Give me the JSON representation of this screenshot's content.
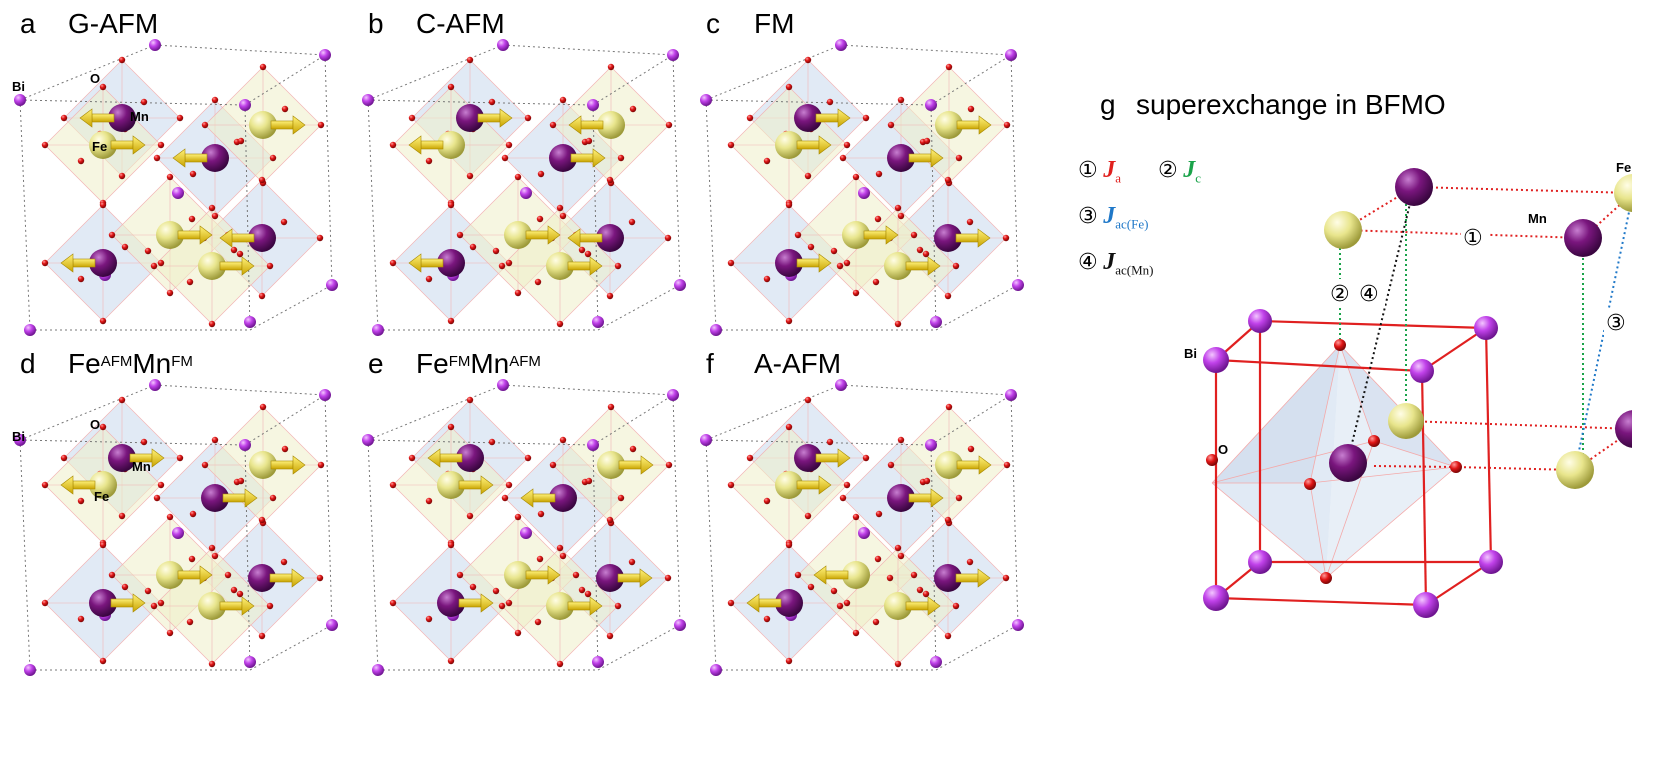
{
  "panels": [
    {
      "letter": "a",
      "title": "G-AFM"
    },
    {
      "letter": "b",
      "title": "C-AFM"
    },
    {
      "letter": "c",
      "title": "FM"
    },
    {
      "letter": "d",
      "title_parts": [
        "Fe",
        "AFM",
        "Mn",
        "FM"
      ]
    },
    {
      "letter": "e",
      "title_parts": [
        "Fe",
        "FM",
        "Mn",
        "AFM"
      ]
    },
    {
      "letter": "f",
      "title": "A-AFM"
    }
  ],
  "atom_labels": {
    "bi": "Bi",
    "o": "O",
    "mn": "Mn",
    "fe": "Fe"
  },
  "panel_g": {
    "letter": "g",
    "title": "superexchange in BFMO",
    "legend": [
      {
        "num": "①",
        "symbol": "J",
        "sub": "a",
        "color": "#e0201e"
      },
      {
        "num": "②",
        "symbol": "J",
        "sub": "c",
        "color": "#1aa34a"
      },
      {
        "num": "③",
        "symbol": "J",
        "sub": "ac(Fe)",
        "color": "#1f78c8"
      },
      {
        "num": "④",
        "symbol": "J",
        "sub": "ac(Mn)",
        "color": "#111111"
      }
    ],
    "path_marks": [
      "①",
      "②",
      "④",
      "③"
    ],
    "atom_labels": {
      "fe": "Fe",
      "mn": "Mn",
      "bi": "Bi",
      "o": "O"
    }
  },
  "colors": {
    "bi": "#b13ee0",
    "mn": "#7a167e",
    "fe": "#e6e48a",
    "o": "#e01515",
    "arrow": "#e8c500",
    "cell_edge": "#e02020",
    "oct_blue": "#c9d8ec",
    "oct_yellow": "#efeec9"
  }
}
